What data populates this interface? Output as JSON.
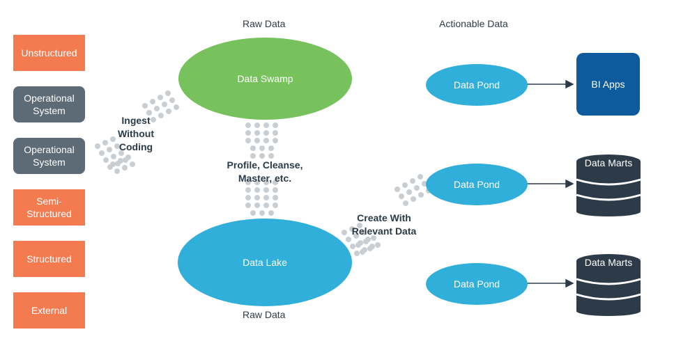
{
  "sources": [
    {
      "label": "Unstructured",
      "style": "orange"
    },
    {
      "label": "Operational System",
      "style": "gray"
    },
    {
      "label": "Operational System",
      "style": "gray"
    },
    {
      "label": "Semi-Structured",
      "style": "orange"
    },
    {
      "label": "Structured",
      "style": "orange"
    },
    {
      "label": "External",
      "style": "orange"
    }
  ],
  "headings": {
    "raw_data_top": "Raw Data",
    "actionable_data": "Actionable Data",
    "raw_data_bottom": "Raw Data"
  },
  "nodes": {
    "data_swamp": "Data Swamp",
    "data_lake": "Data Lake",
    "pond_1": "Data Pond",
    "pond_2": "Data Pond",
    "pond_3": "Data Pond",
    "bi_apps": "BI Apps",
    "marts_1": "Data Marts",
    "marts_2": "Data Marts"
  },
  "steps": {
    "ingest": [
      "Ingest",
      "Without",
      "Coding"
    ],
    "profile": [
      "Profile, Cleanse,",
      "Master, etc."
    ],
    "create": [
      "Create With",
      "Relevant Data"
    ]
  },
  "colors": {
    "orange": "#f47a50",
    "gray": "#5d6b76",
    "green": "#77c25d",
    "blue": "#2fafd9",
    "navy": "#0d5a9c",
    "dark": "#2d3b48",
    "dots": "#c9ced3"
  }
}
